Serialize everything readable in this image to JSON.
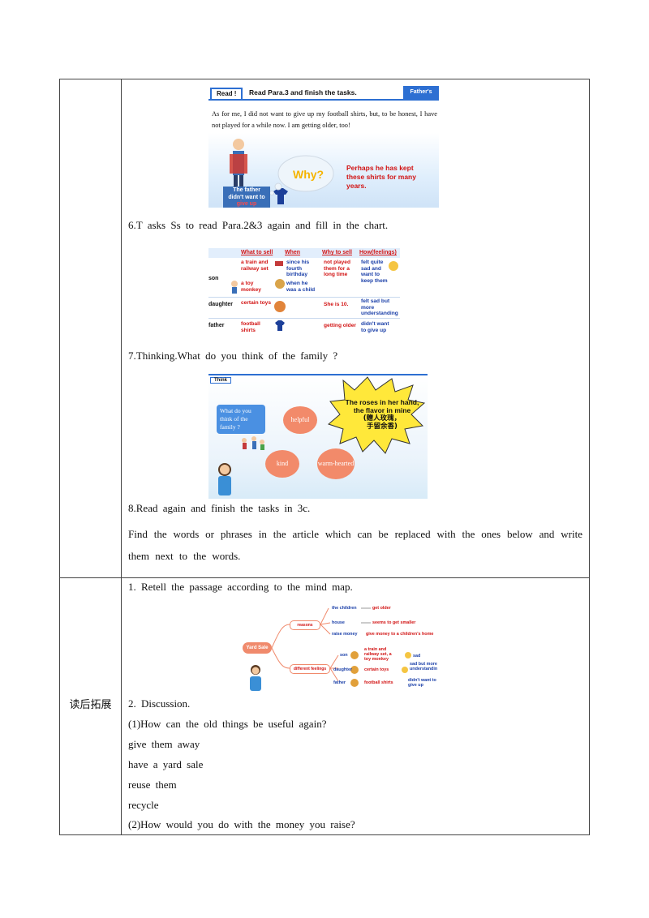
{
  "section1": {
    "step6": "6.T  asks  Ss  to  read  Para.2&3  again  and  fill  in  the  chart.",
    "step7": "7.Thinking.What  do  you  think  of  the  family  ?",
    "step8": "8.Read  again  and  finish  the  tasks  in  3c.",
    "step8_detail": "Find  the  words  or  phrases  in  the  article  which  can  be  replaced  with  the  ones  below  and  write  them  next  to  the  words."
  },
  "slide_read": {
    "tag": "Read !",
    "title": "Read Para.3 and finish the tasks.",
    "corner": "Father's",
    "passage": "As for me, I did not want to give up my football shirts, but, to be honest, I have not played for a while now. I am getting older, too!",
    "why": "Why?",
    "note": "Perhaps he has kept these shirts for many years.",
    "caption_1": "The father",
    "caption_2": "didn't want to",
    "caption_3": "give up"
  },
  "slide_chart": {
    "headers": [
      "What to sell",
      "When",
      "Why to sell",
      "How(feelings)"
    ],
    "rows": [
      {
        "who": "son",
        "what1": "a train and railway set",
        "when1": "since his fourth birthday",
        "why1": "not played them for a long time",
        "how1": "felt quite sad and want to keep them",
        "what2": "a toy monkey",
        "when2": "when he was a child"
      },
      {
        "who": "daughter",
        "what": "certain toys",
        "why": "She is 10.",
        "how": "felt sad but more understanding"
      },
      {
        "who": "father",
        "what": "football shirts",
        "why": "getting older",
        "how": "didn't want to give up"
      }
    ]
  },
  "slide_think": {
    "tag": "Think",
    "question": "What do you think of the family ?",
    "words": [
      "helpful",
      "kind",
      "warm-hearted"
    ],
    "quote_1": "The roses in her hand,",
    "quote_2": "the flavor in mine",
    "quote_3": "(赠人玫瑰，",
    "quote_4": "手留余香)"
  },
  "section2": {
    "label": "读后拓展",
    "item1": "1.   Retell  the  passage  according  to  the  mind  map.",
    "item2": "2.   Discussion.",
    "q1": "(1)How  can  the  old  things  be  useful  again?",
    "answers": [
      "give  them  away",
      "have  a  yard  sale",
      "reuse  them",
      "recycle"
    ],
    "q2": "(2)How  would  you  do  with  the  money  you  raise?"
  },
  "slide_mindmap": {
    "center": "Yard Sale",
    "reasons": "reasons",
    "feelings": "different feelings",
    "r1a": "the children",
    "r1b": "get older",
    "r2a": "house",
    "r2b": "seems to get smaller",
    "r3a": "raise money",
    "r3b": "give money to a children's home",
    "f1": "son",
    "f1a": "a train and railway set, a toy monkey",
    "f1b": "sad",
    "f2": "daughter",
    "f2a": "certain toys",
    "f2b": "sad but more understanding",
    "f3": "father",
    "f3a": "football shirts",
    "f3b": "didn't want to give up"
  }
}
